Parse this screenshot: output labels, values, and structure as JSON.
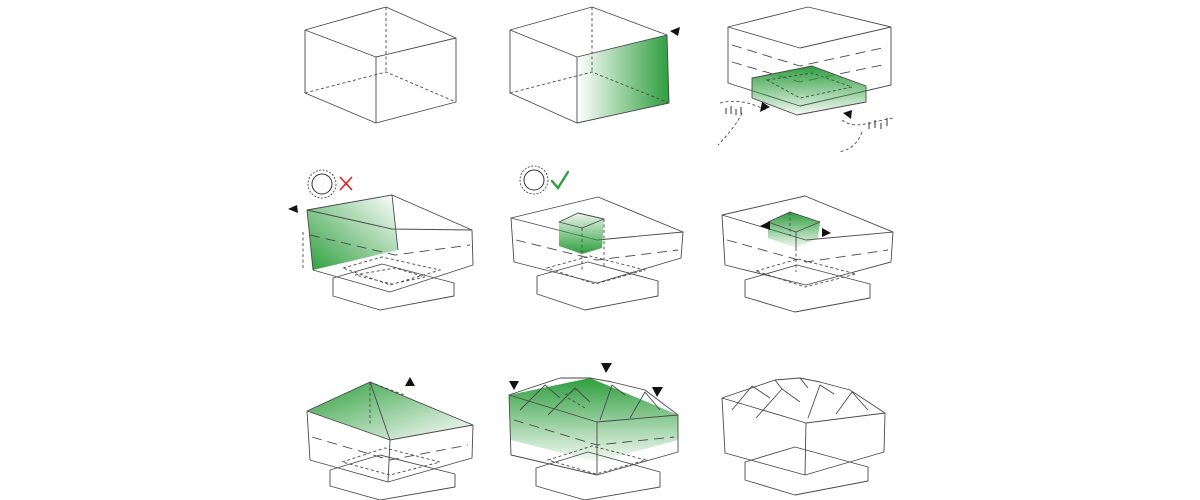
{
  "figure": {
    "grid": "3x3",
    "steps": [
      {
        "id": 1,
        "form": "plain-box"
      },
      {
        "id": 2,
        "form": "box-with-green-facade",
        "arrows": 1
      },
      {
        "id": 3,
        "form": "lifted-box-with-green-base",
        "arrows": 2
      },
      {
        "id": 4,
        "form": "green-side-face",
        "verdict_icon": "cross-icon"
      },
      {
        "id": 5,
        "form": "green-central-core",
        "verdict_icon": "check-icon"
      },
      {
        "id": 6,
        "form": "green-core-with-arrows",
        "arrows": 2
      },
      {
        "id": 7,
        "form": "green-sloped-roof",
        "arrows": 1
      },
      {
        "id": 8,
        "form": "green-multi-pitch-roof",
        "arrows": 3
      },
      {
        "id": 9,
        "form": "final-massing"
      }
    ]
  },
  "colors": {
    "accent_green": "#2e9e3e",
    "cross_red": "#e02020",
    "line_grey": "#4a4a4a",
    "arrow_black": "#111111"
  }
}
